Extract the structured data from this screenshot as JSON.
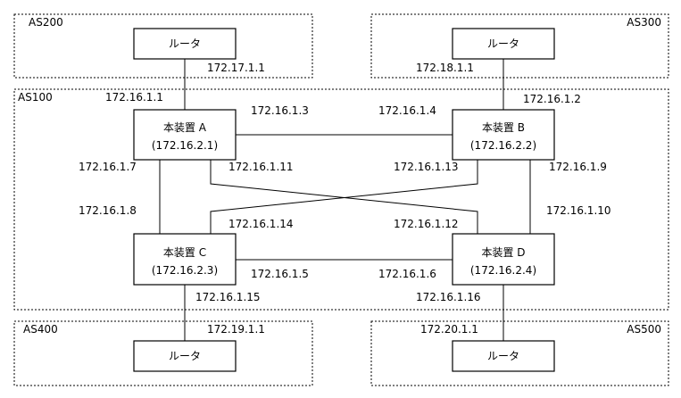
{
  "as_labels": {
    "as200": "AS200",
    "as300": "AS300",
    "as100": "AS100",
    "as400": "AS400",
    "as500": "AS500"
  },
  "routers": {
    "r200": "ルータ",
    "r300": "ルータ",
    "r400": "ルータ",
    "r500": "ルータ"
  },
  "devices": {
    "a": {
      "name": "本装置 A",
      "addr": "(172.16.2.1)"
    },
    "b": {
      "name": "本装置 B",
      "addr": "(172.16.2.2)"
    },
    "c": {
      "name": "本装置 C",
      "addr": "(172.16.2.3)"
    },
    "d": {
      "name": "本装置 D",
      "addr": "(172.16.2.4)"
    }
  },
  "ips": {
    "ip_172_17_1_1": "172.17.1.1",
    "ip_172_18_1_1": "172.18.1.1",
    "ip_172_16_1_1": "172.16.1.1",
    "ip_172_16_1_2": "172.16.1.2",
    "ip_172_16_1_3": "172.16.1.3",
    "ip_172_16_1_4": "172.16.1.4",
    "ip_172_16_1_7": "172.16.1.7",
    "ip_172_16_1_11": "172.16.1.11",
    "ip_172_16_1_13": "172.16.1.13",
    "ip_172_16_1_9": "172.16.1.9",
    "ip_172_16_1_8": "172.16.1.8",
    "ip_172_16_1_14": "172.16.1.14",
    "ip_172_16_1_12": "172.16.1.12",
    "ip_172_16_1_10": "172.16.1.10",
    "ip_172_16_1_5": "172.16.1.5",
    "ip_172_16_1_6": "172.16.1.6",
    "ip_172_16_1_15": "172.16.1.15",
    "ip_172_16_1_16": "172.16.1.16",
    "ip_172_19_1_1": "172.19.1.1",
    "ip_172_20_1_1": "172.20.1.1"
  }
}
